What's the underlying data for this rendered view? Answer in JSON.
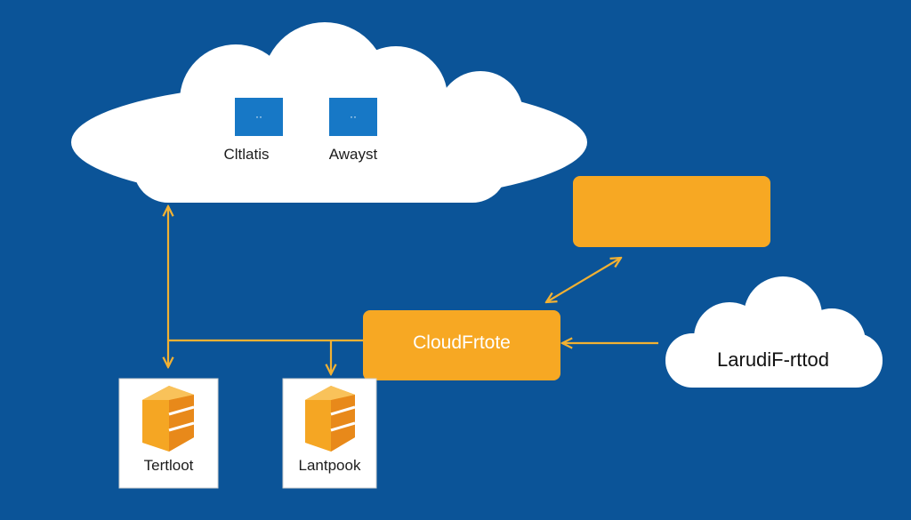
{
  "colors": {
    "background": "#0b5498",
    "cloud": "#ffffff",
    "accent": "#f7a823",
    "arrow": "#f2b133",
    "service_tile": "#1778c6",
    "node_box_border": "#cfcfcf"
  },
  "top_cloud": {
    "services": [
      {
        "icon": "service-icon",
        "icon_glyph": "··",
        "label": "Cltlatis"
      },
      {
        "icon": "service-icon",
        "icon_glyph": "··",
        "label": "Awayst"
      }
    ]
  },
  "center_box": {
    "label": "CloudFrtote"
  },
  "orange_box": {
    "label": ""
  },
  "right_cloud": {
    "label": "LarudiF-rttod"
  },
  "nodes": [
    {
      "icon": "server-stack-icon",
      "label": "Tertloot"
    },
    {
      "icon": "server-stack-icon",
      "label": "Lantpook"
    }
  ]
}
